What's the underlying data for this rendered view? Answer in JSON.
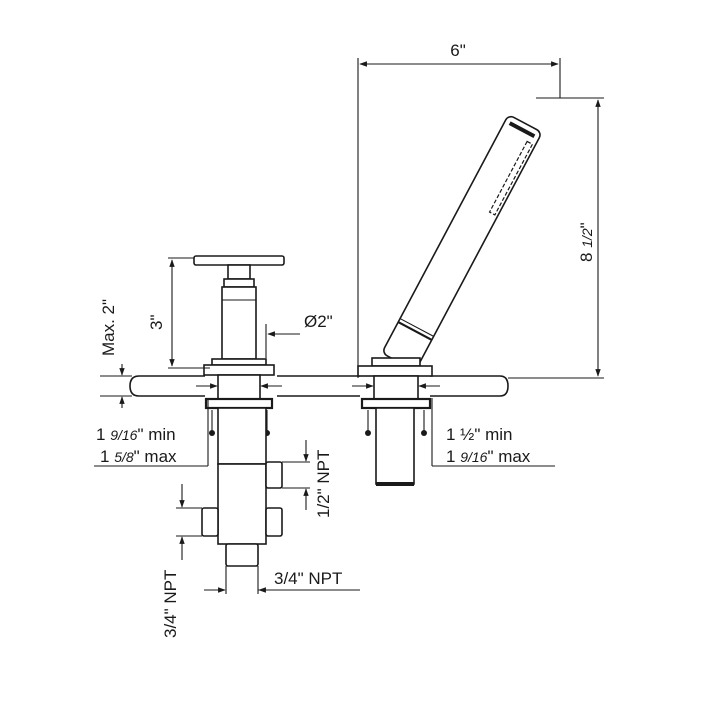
{
  "dimensions": {
    "width_6": "6\"",
    "height_8": "8",
    "height_8_frac": "1/2",
    "height_8_quote": "\"",
    "height_3": "3\"",
    "max_2": "Max. 2\"",
    "diameter_2": "Ø2\"",
    "left_min_whole": "1 ",
    "left_min_frac": "9/16",
    "left_min_unit": "\" min",
    "left_max_whole": "1 ",
    "left_max_frac": "5/8",
    "left_max_unit": "\" max",
    "right_min": "1 ½\" min",
    "right_max_whole": "1 ",
    "right_max_frac": "9/16",
    "right_max_unit": "\" max",
    "npt_half": "1/2\" NPT",
    "npt_three_quarter_vertical": "3/4\" NPT",
    "npt_three_quarter_horizontal": "3/4\" NPT"
  },
  "colors": {
    "line": "#1a1a1a",
    "hatch": "#1a1a1a",
    "background": "#ffffff"
  }
}
